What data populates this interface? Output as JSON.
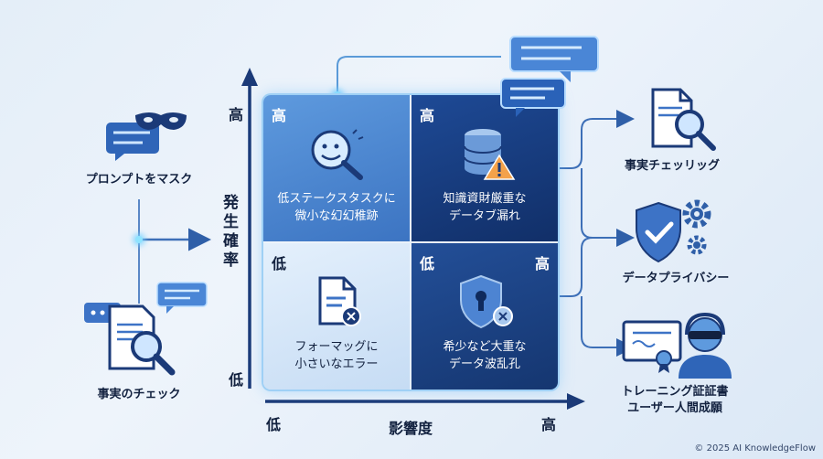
{
  "axes": {
    "y_label": "発生確率",
    "y_high": "高",
    "y_low": "低",
    "x_label": "影響度",
    "x_low": "低",
    "x_high": "高"
  },
  "quadrants": {
    "top_left": {
      "corner": "高",
      "line1": "低ステークスタスクに",
      "line2": "微小な幻幻稚跡"
    },
    "top_right": {
      "corner": "高",
      "line1": "知識資財厳重な",
      "line2": "データブ漏れ"
    },
    "bottom_left": {
      "corner": "低",
      "line1": "フォーマッグに",
      "line2": "小さいなエラー"
    },
    "bottom_right": {
      "corner_left": "低",
      "corner_right": "高",
      "line1": "希少など大重な",
      "line2": "データ波乱孔"
    }
  },
  "left_items": {
    "mask_prompt": "プロンプトをマスク",
    "fact_check": "事実のチェック"
  },
  "right_items": {
    "fact_checking": "事実チェッリッグ",
    "data_privacy": "データプライバシー",
    "training_line1": "トレーニング証証書",
    "training_line2": "ユーザー人間成願"
  },
  "copyright": "© 2025 AI KnowledgeFlow",
  "colors": {
    "navy": "#1b3a78",
    "blue": "#3d73c6",
    "light_blue": "#a8c8ee",
    "glow": "#8fe4ff"
  },
  "icons": [
    "mask-icon",
    "chat-bubble-icon",
    "document-search-icon",
    "face-magnifier-icon",
    "database-warning-icon",
    "document-error-icon",
    "shield-keyhole-icon",
    "shield-check-icon",
    "gear-icon",
    "certificate-icon",
    "user-headset-icon"
  ]
}
